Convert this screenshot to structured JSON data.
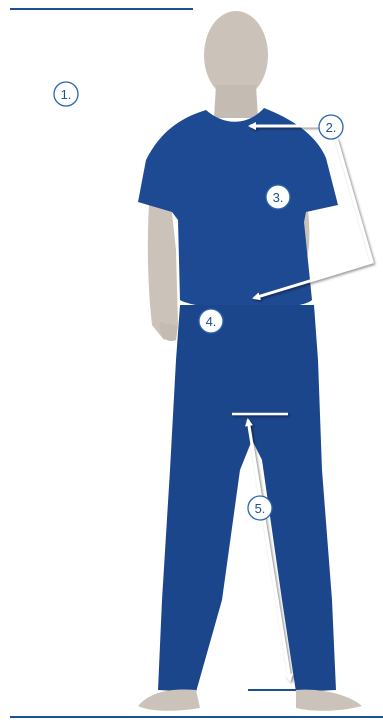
{
  "colors": {
    "guide_line": "#1b4f96",
    "marker_fill": "#ffffff",
    "marker_stroke": "#2a66ad",
    "marker_text": "#1f4f8f",
    "garment": "#1d4a93",
    "skin": "#cbc3ba",
    "arrow": "#ffffff"
  },
  "markers": [
    {
      "id": "height",
      "label": "1."
    },
    {
      "id": "neck",
      "label": "2."
    },
    {
      "id": "chest",
      "label": "3."
    },
    {
      "id": "waist",
      "label": "4."
    },
    {
      "id": "inseam",
      "label": "5."
    }
  ]
}
